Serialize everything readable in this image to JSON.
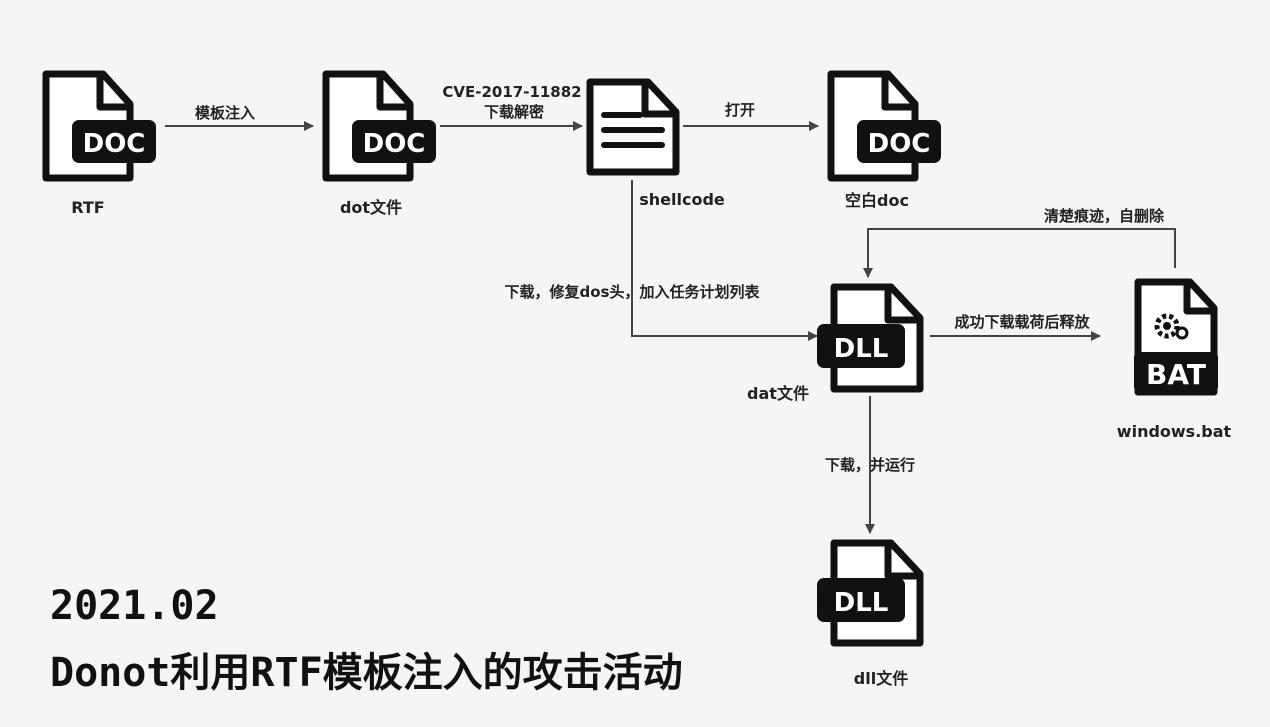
{
  "title": {
    "date": "2021.02",
    "main": "Donot利用RTF模板注入的攻击活动"
  },
  "nodes": {
    "rtf": {
      "label": "RTF",
      "badge": "DOC",
      "icon": "doc-file-icon"
    },
    "dot": {
      "label": "dot文件",
      "badge": "DOC",
      "icon": "doc-file-icon"
    },
    "shellcode": {
      "label": "shellcode",
      "icon": "text-document-icon"
    },
    "blank_doc": {
      "label": "空白doc",
      "badge": "DOC",
      "icon": "doc-file-icon"
    },
    "dat": {
      "label": "dat文件",
      "badge": "DLL",
      "icon": "dll-file-icon"
    },
    "bat": {
      "label": "windows.bat",
      "badge": "BAT",
      "icon": "bat-file-icon"
    },
    "dll": {
      "label": "dll文件",
      "badge": "DLL",
      "icon": "dll-file-icon"
    }
  },
  "edges": {
    "rtf_to_dot": "模板注入",
    "dot_to_shellcode_line1": "CVE-2017-11882",
    "dot_to_shellcode_line2": "下载解密",
    "shellcode_to_blank": "打开",
    "shellcode_to_dat": "下载，修复dos头，加入任务计划列表",
    "dat_to_bat": "成功下载载荷后释放",
    "bat_to_dat": "清楚痕迹，自删除",
    "dat_to_dll": "下载，并运行"
  }
}
